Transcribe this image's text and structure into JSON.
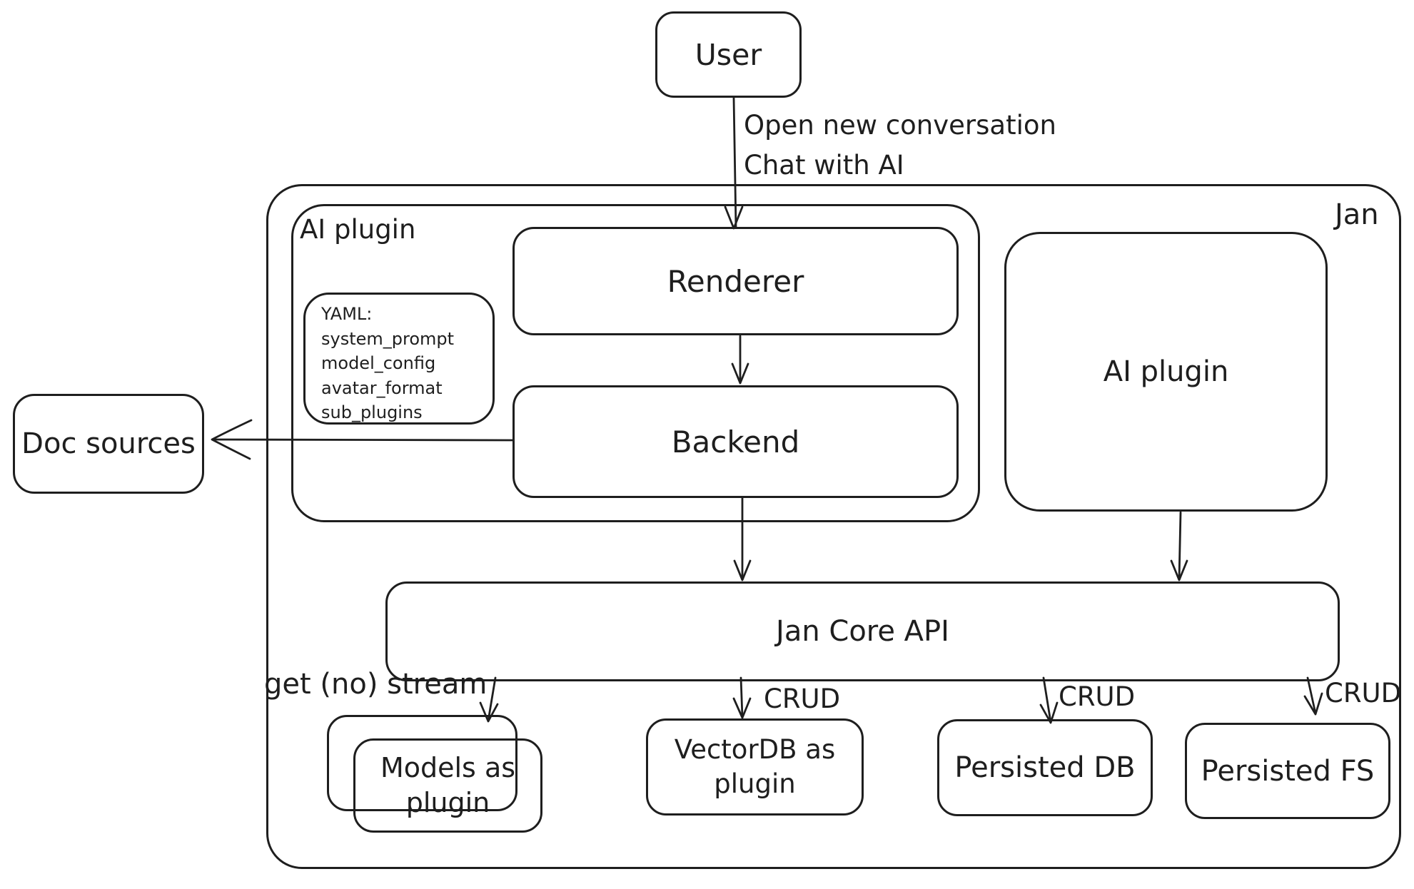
{
  "diagram": {
    "colors": {
      "stroke": "#1e1e1e",
      "background": "#ffffff"
    },
    "nodes": {
      "user": {
        "label": "User"
      },
      "jan_container": {
        "label": "Jan"
      },
      "ai_plugin_left": {
        "label": "AI plugin"
      },
      "renderer": {
        "label": "Renderer"
      },
      "yaml_note": {
        "lines": [
          "YAML:",
          "system_prompt",
          "model_config",
          "avatar_format",
          "sub_plugins"
        ]
      },
      "backend": {
        "label": "Backend"
      },
      "ai_plugin_right": {
        "label": "AI plugin"
      },
      "doc_sources": {
        "label": "Doc sources"
      },
      "jan_core_api": {
        "label": "Jan Core API"
      },
      "models_as_plugin": {
        "label": "Models as plugin"
      },
      "vectordb_as_plugin": {
        "label": "VectorDB as plugin"
      },
      "persisted_db": {
        "label": "Persisted DB"
      },
      "persisted_fs": {
        "label": "Persisted FS"
      }
    },
    "edges": {
      "user_to_renderer": {
        "label_line1": "Open new conversation",
        "label_line2": "Chat with AI"
      },
      "jancore_to_models": {
        "label": "get (no) stream"
      },
      "jancore_to_vectordb": {
        "label": "CRUD"
      },
      "jancore_to_persisted_db": {
        "label": "CRUD"
      },
      "jancore_to_persisted_fs": {
        "label": "CRUD"
      }
    }
  }
}
